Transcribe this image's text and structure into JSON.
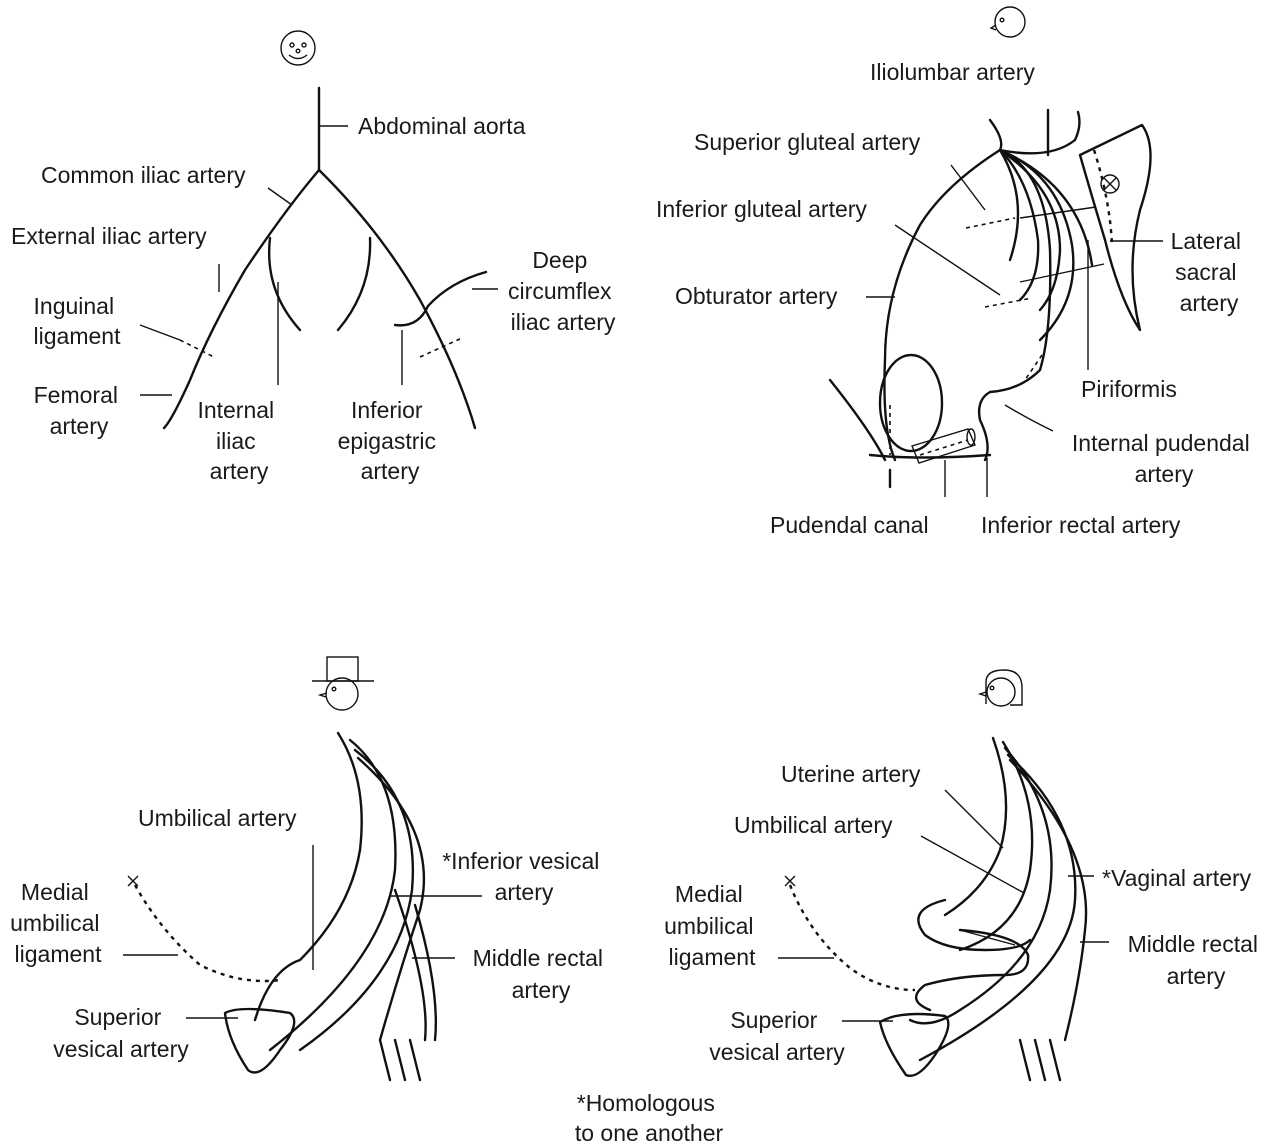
{
  "panel_1": {
    "abdominal_aorta": "Abdominal aorta",
    "common_iliac": "Common iliac artery",
    "external_iliac": "External iliac artery",
    "inguinal": [
      "Inguinal",
      "ligament"
    ],
    "femoral": [
      "Femoral",
      "artery"
    ],
    "internal_iliac": [
      "Internal",
      "iliac",
      "artery"
    ],
    "inferior_epigastric": [
      "Inferior",
      "epigastric",
      "artery"
    ],
    "deep_circumflex": [
      "Deep",
      "circumflex",
      "iliac artery"
    ]
  },
  "panel_2": {
    "iliolumbar": "Iliolumbar artery",
    "superior_gluteal": "Superior gluteal artery",
    "inferior_gluteal": "Inferior gluteal artery",
    "obturator": "Obturator artery",
    "lateral_sacral": [
      "Lateral",
      "sacral",
      "artery"
    ],
    "piriformis": "Piriformis",
    "internal_pudendal": [
      "Internal pudendal",
      "artery"
    ],
    "pudendal_canal": "Pudendal canal",
    "inferior_rectal": "Inferior rectal artery"
  },
  "panel_3": {
    "umbilical": "Umbilical artery",
    "inferior_vesical": [
      "*Inferior vesical",
      "artery"
    ],
    "medial_umbilical": [
      "Medial",
      "umbilical",
      "ligament"
    ],
    "middle_rectal": [
      "Middle rectal",
      "artery"
    ],
    "superior_vesical": [
      "Superior",
      "vesical artery"
    ]
  },
  "panel_4": {
    "uterine": "Uterine artery",
    "umbilical": "Umbilical artery",
    "vaginal": "*Vaginal artery",
    "medial_umbilical": [
      "Medial",
      "umbilical",
      "ligament"
    ],
    "middle_rectal": [
      "Middle rectal",
      "artery"
    ],
    "superior_vesical": [
      "Superior",
      "vesical artery"
    ]
  },
  "footnote": [
    "*Homologous",
    "to one another"
  ]
}
